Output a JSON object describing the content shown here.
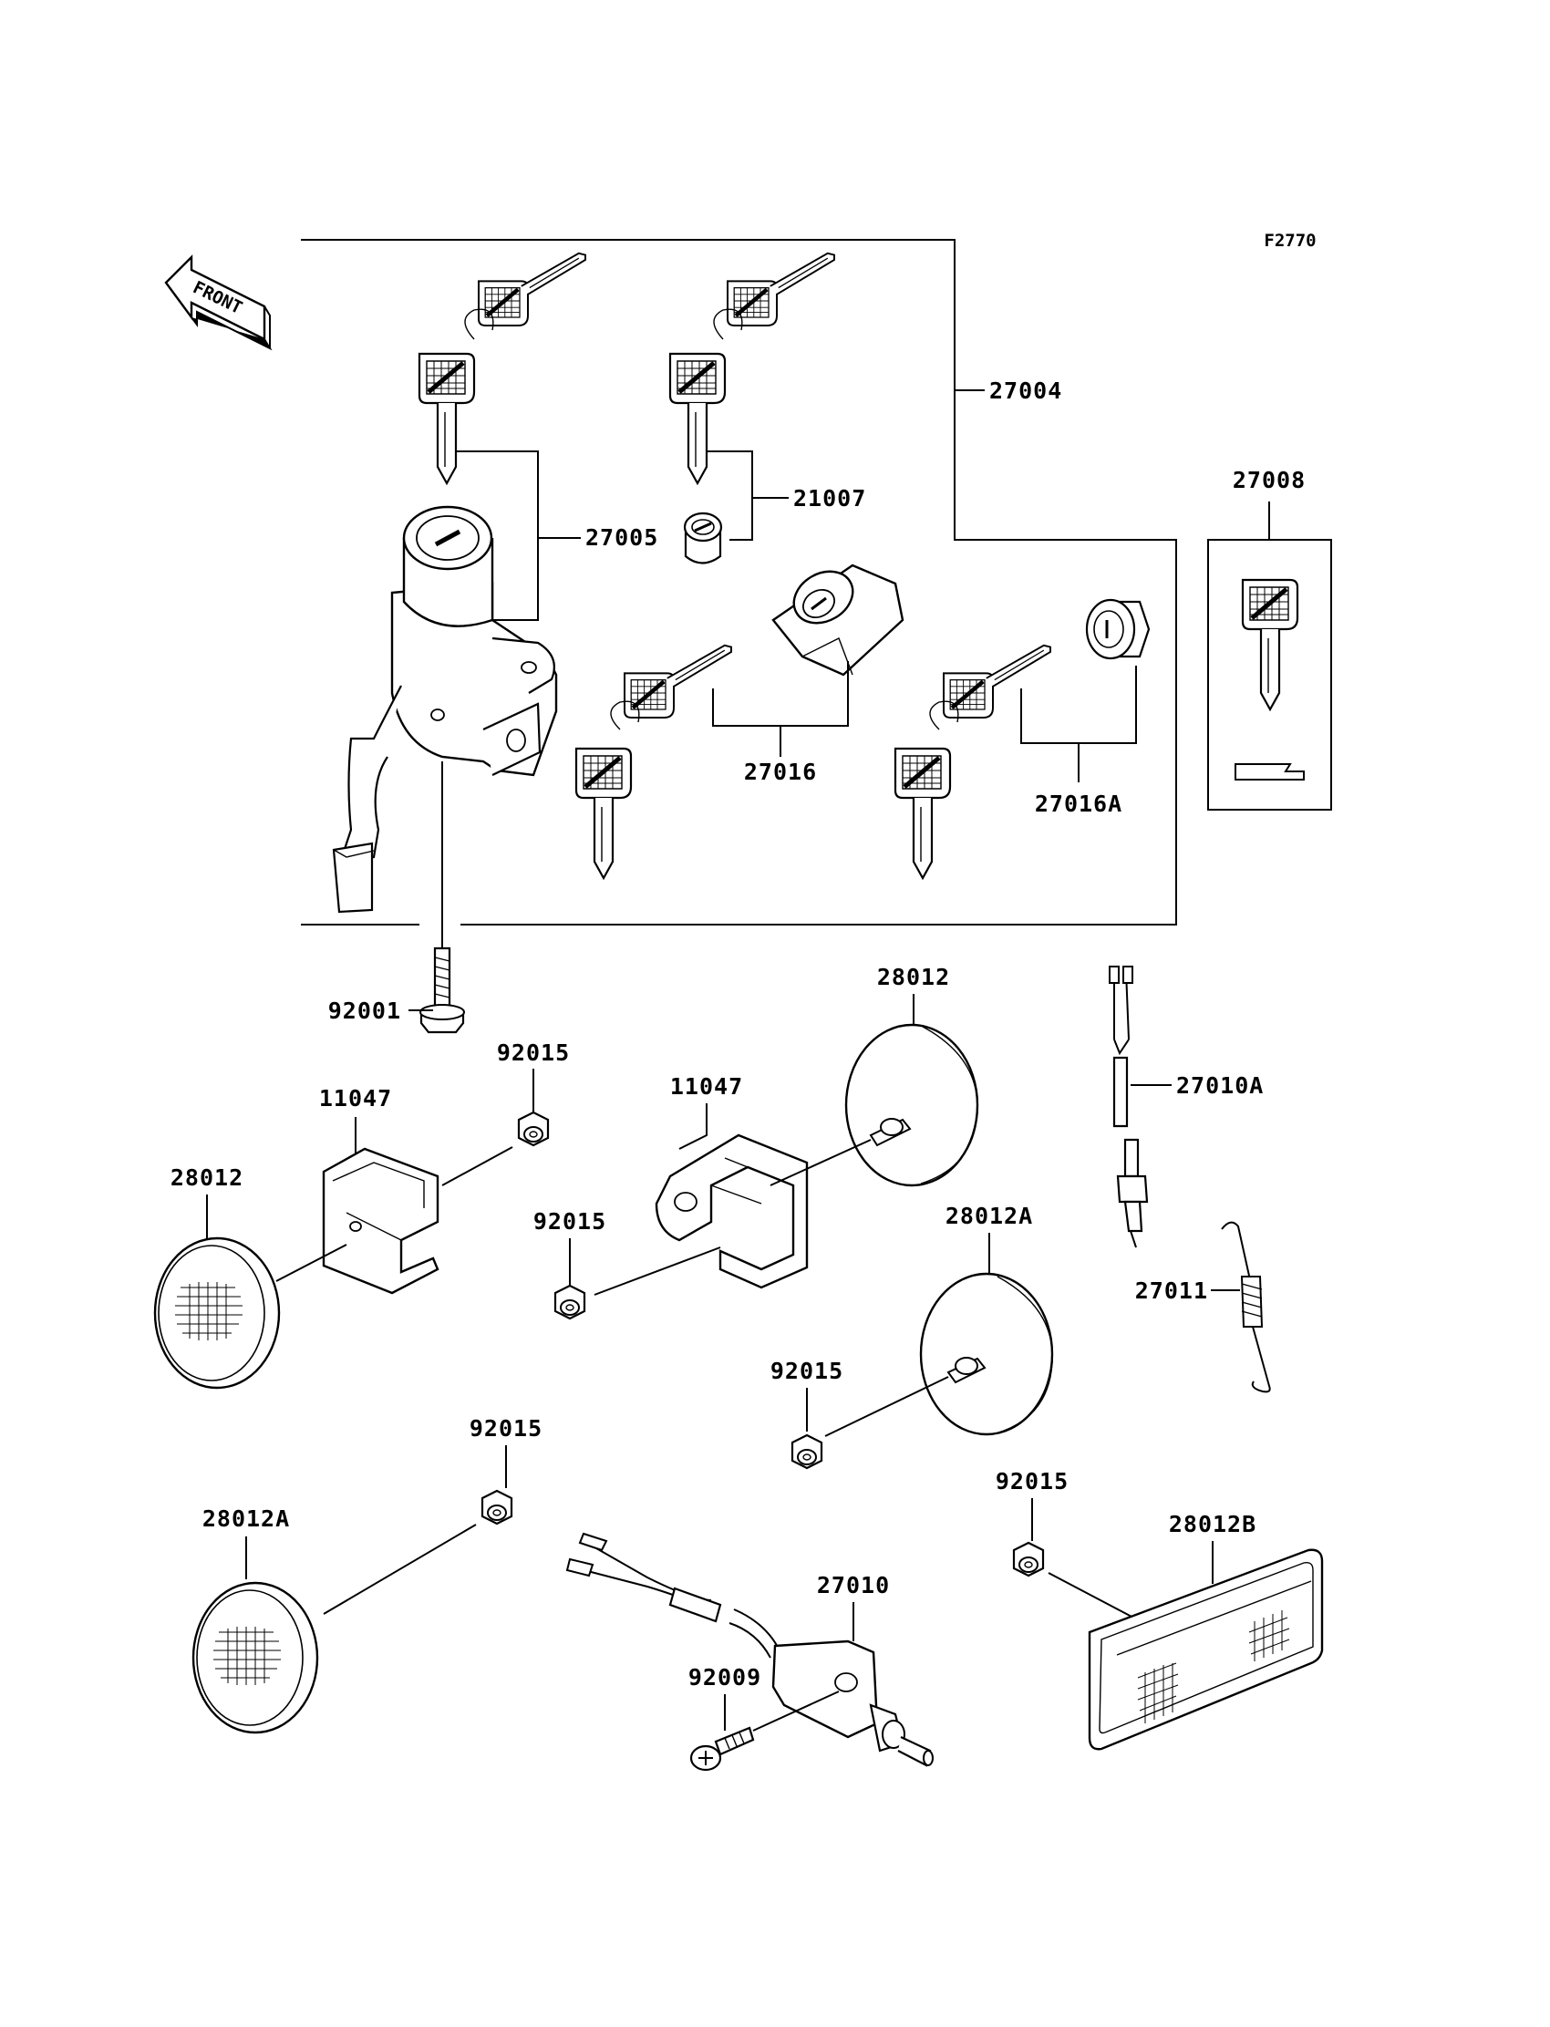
{
  "diagram": {
    "code": "F2770",
    "front_label": "FRONT",
    "labels": {
      "p27004": "27004",
      "p27005": "27005",
      "p21007": "21007",
      "p27008": "27008",
      "p27016": "27016",
      "p27016A": "27016A",
      "p92001": "92001",
      "p92015_a": "92015",
      "p11047_a": "11047",
      "p28012_a": "28012",
      "p11047_b": "11047",
      "p28012_b": "28012",
      "p27010A": "27010A",
      "p92015_b": "92015",
      "p28012A_a": "28012A",
      "p27011": "27011",
      "p92015_c": "92015",
      "p92015_d": "92015",
      "p28012A_b": "28012A",
      "p92015_e": "92015",
      "p28012B": "28012B",
      "p27010": "27010",
      "p92009": "92009"
    }
  }
}
